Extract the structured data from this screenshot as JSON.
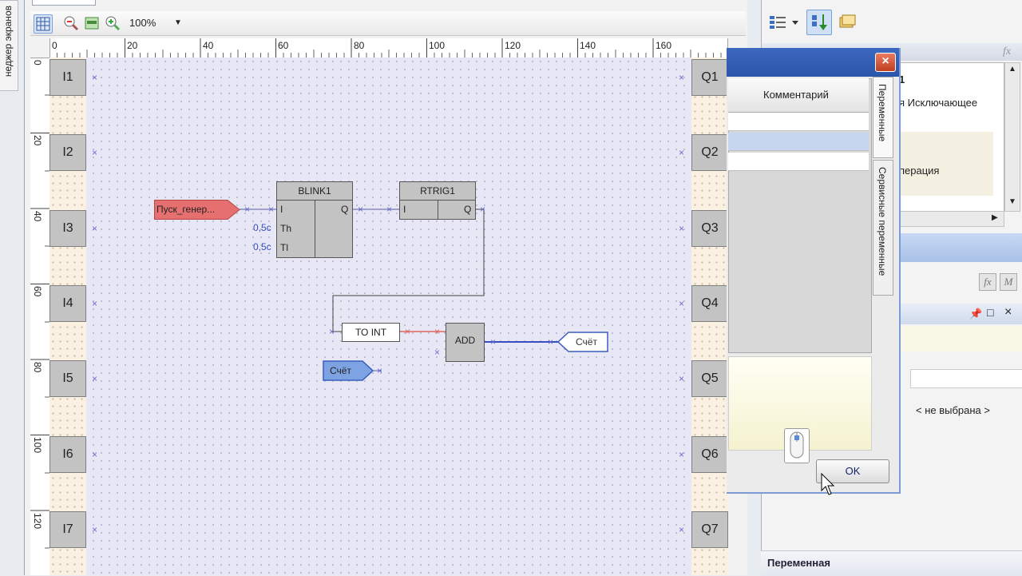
{
  "left_tab": {
    "label": "неджер экранов"
  },
  "toolbar": {
    "zoom": "100%"
  },
  "ruler": {
    "top": [
      "0",
      "20",
      "40",
      "60",
      "80",
      "100",
      "120",
      "140",
      "160"
    ],
    "left": [
      "0",
      "20",
      "40",
      "60",
      "80",
      "100",
      "120"
    ]
  },
  "inputs": [
    "I1",
    "I2",
    "I3",
    "I4",
    "I5",
    "I6",
    "I7"
  ],
  "outputs": [
    "Q1",
    "Q2",
    "Q3",
    "Q4",
    "Q5",
    "Q6",
    "Q7"
  ],
  "blocks": {
    "blink": {
      "name": "BLINK1",
      "in": "I",
      "out": "Q",
      "th": "Th",
      "tl": "Tl",
      "th_val": "0,5c",
      "tl_val": "0,5c"
    },
    "rtrig": {
      "name": "RTRIG1",
      "in": "I",
      "out": "Q"
    },
    "toint": {
      "name": "TO INT"
    },
    "add": {
      "name": "ADD"
    },
    "start_var": "Пуск_генер...",
    "count_out": "Счёт",
    "count_in": "Счёт"
  },
  "dialog": {
    "column_header": "Комментарий",
    "tab_variables": "Переменные",
    "tab_service": "Сервисные переменные",
    "ok": "OK"
  },
  "right_panel": {
    "fx_label": "fx",
    "prop_line1": "1",
    "prop_line2": "я Исключающее",
    "prop_line3": "перация",
    "not_selected": "< не выбрана >",
    "fx_btn": "fx",
    "m_btn": "M",
    "bottom_label": "Переменная"
  },
  "colors": {
    "canvas": "#e7e7f6",
    "pin_box": "#c3c3c3",
    "start_tag": "#e5706f",
    "count_tag": "#7ea3e3",
    "dialog_title": "#2f5db3",
    "wire_blue": "#3a4fbf",
    "wire_red": "#e0665a"
  }
}
